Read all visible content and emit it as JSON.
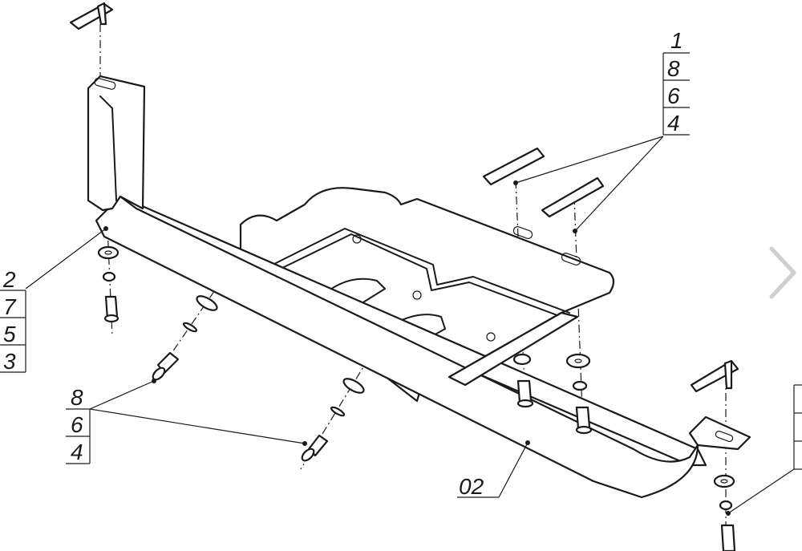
{
  "diagram": {
    "callouts": [
      {
        "id": "c-top-right",
        "numbers": [
          "1",
          "8",
          "6",
          "4"
        ]
      },
      {
        "id": "c-left",
        "numbers": [
          "2",
          "7",
          "5",
          "3"
        ]
      },
      {
        "id": "c-bottom-left",
        "numbers": [
          "8",
          "6",
          "4"
        ]
      }
    ],
    "part_label": "02"
  }
}
